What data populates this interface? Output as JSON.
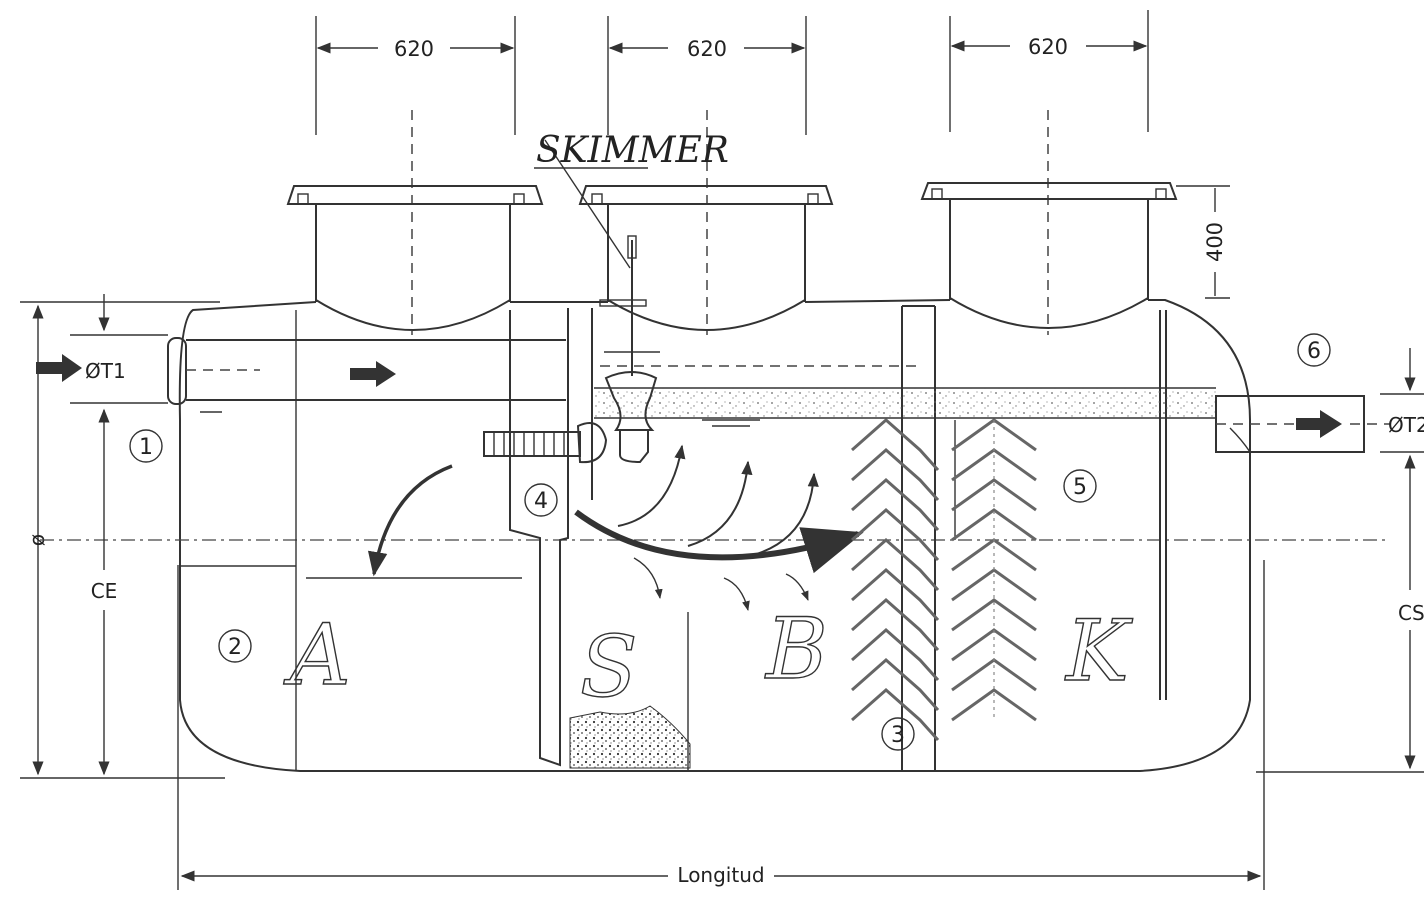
{
  "dimensions": {
    "cover_width_1": "620",
    "cover_width_2": "620",
    "cover_width_3": "620",
    "neck_height": "400",
    "inlet_pipe": "ØT1",
    "outlet_pipe": "ØT2",
    "diameter_symbol": "ø",
    "inlet_height": "CE",
    "outlet_height": "CS",
    "length": "Longitud"
  },
  "labels": {
    "skimmer": "SKIMMER"
  },
  "compartments": {
    "a": "A",
    "s": "S",
    "b": "B",
    "k": "K"
  },
  "callouts": {
    "c1": "1",
    "c2": "2",
    "c3": "3",
    "c4": "4",
    "c5": "5",
    "c6": "6"
  }
}
